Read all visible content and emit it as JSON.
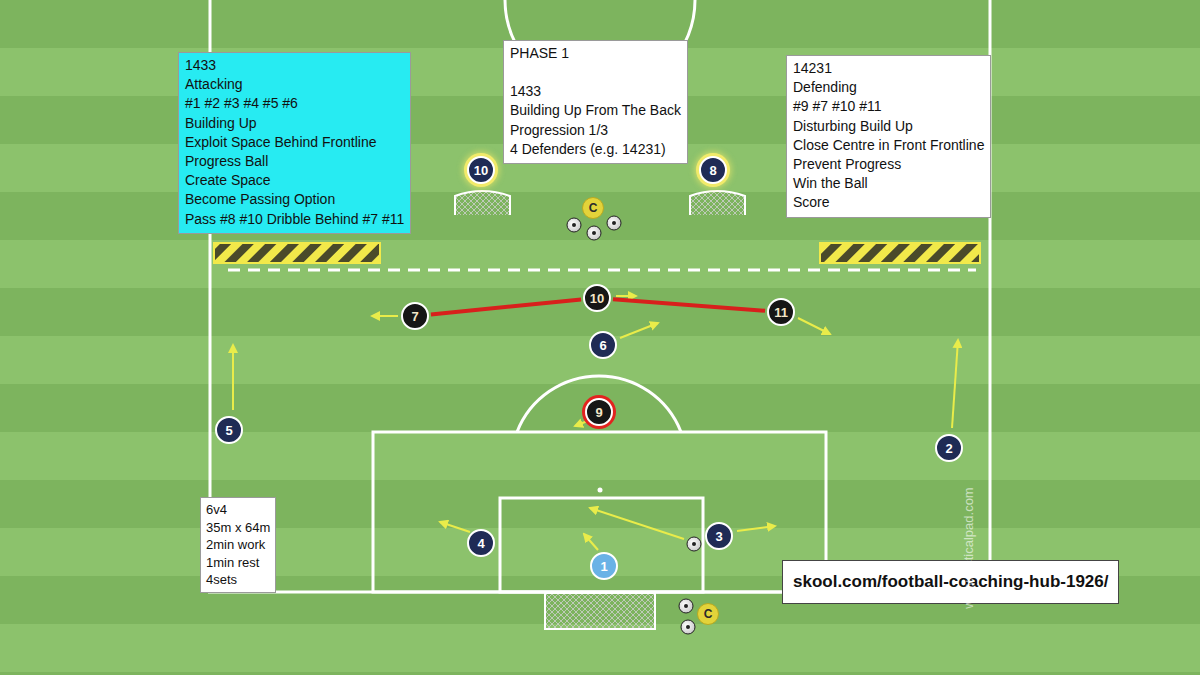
{
  "diagram": {
    "nodes": [
      {
        "text": [
          "1433",
          "Attacking",
          "#1 #2 #3 #4 #5 #6",
          "Building Up",
          "Exploit Space Behind Frontline",
          "Progress Ball",
          "Create Space",
          "Become Passing Option",
          "Pass #8 #10 Dribble Behind #7 #11"
        ]
      },
      {
        "text": [
          "PHASE 1",
          "1433",
          "Building Up From The Back",
          "Progression 1/3",
          "4 Defenders (e.g. 14231)"
        ]
      },
      {
        "text": [
          "14231",
          "Defending",
          "#9 #7 #10 #11",
          "Disturbing Build Up",
          "Close Centre in Front Frontline",
          "Prevent Progress",
          "Win the Ball",
          "Score"
        ]
      },
      {
        "text": [
          "10"
        ]
      },
      {
        "text": [
          "8"
        ]
      },
      {
        "text": [
          "C"
        ]
      },
      {
        "text": [
          "7"
        ]
      },
      {
        "text": [
          "10"
        ]
      },
      {
        "text": [
          "11"
        ]
      },
      {
        "text": [
          "6"
        ]
      },
      {
        "text": [
          "5"
        ]
      },
      {
        "text": [
          "9"
        ]
      },
      {
        "text": [
          "2"
        ]
      },
      {
        "text": [
          "4"
        ]
      },
      {
        "text": [
          "3"
        ]
      },
      {
        "text": [
          "1"
        ]
      },
      {
        "text": [
          "C"
        ]
      },
      {
        "text": [
          "6v4",
          "35m x 64m",
          "2min work",
          "1min rest",
          "4sets"
        ]
      },
      {
        "text": [
          "skool.com/football-coaching-hub-1926/"
        ]
      }
    ],
    "edges": [
      {
        "from": 6,
        "to": 7,
        "arrow": "none"
      },
      {
        "from": 7,
        "to": 8,
        "arrow": "none"
      }
    ],
    "labels": [
      "www.tacticalpad.com"
    ]
  }
}
